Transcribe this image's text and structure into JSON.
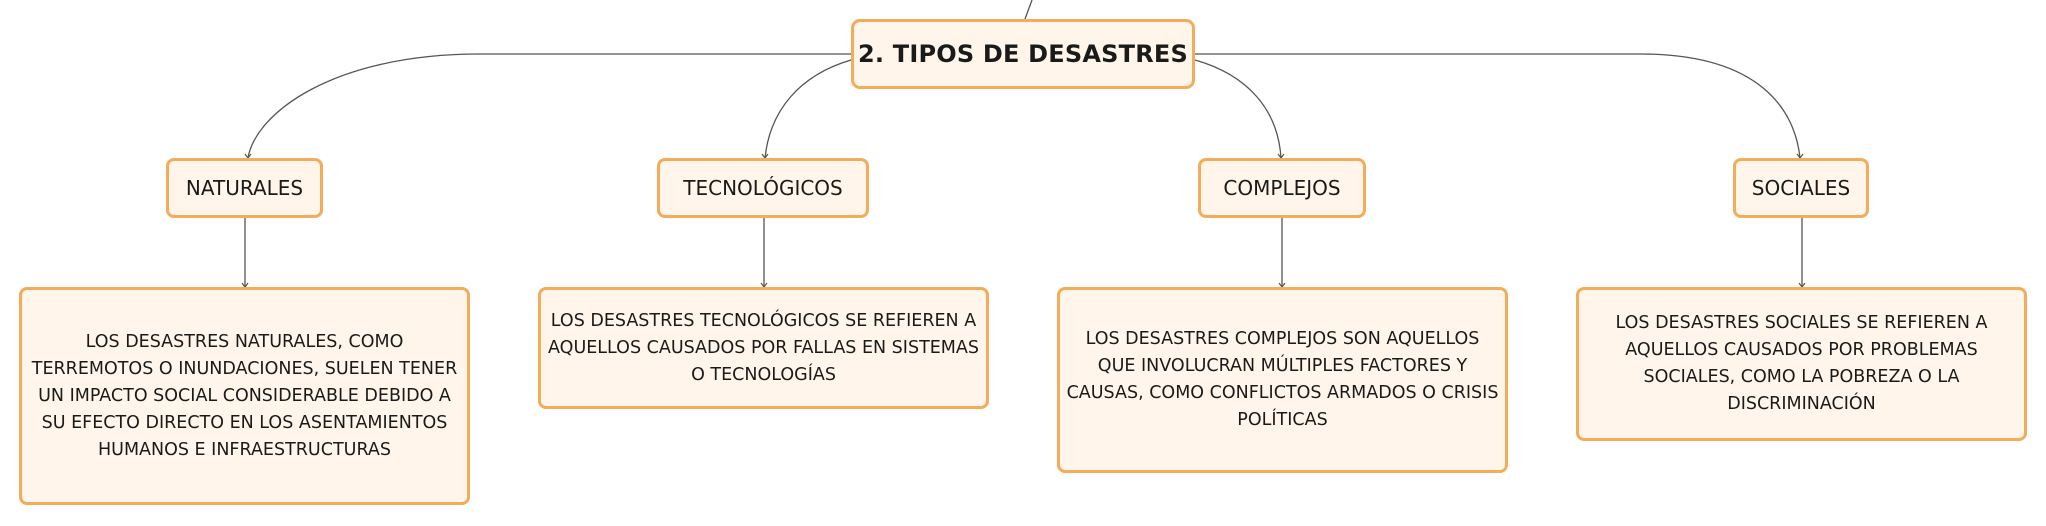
{
  "root": {
    "title": "2. TIPOS DE DESASTRES"
  },
  "categories": [
    {
      "label": "NATURALES",
      "description": "LOS DESASTRES NATURALES, COMO TERREMOTOS O INUNDACIONES, SUELEN TENER UN IMPACTO SOCIAL CONSIDERABLE DEBIDO A SU EFECTO DIRECTO EN LOS ASENTAMIENTOS HUMANOS E INFRAESTRUCTURAS"
    },
    {
      "label": "TECNOLÓGICOS",
      "description": "LOS DESASTRES TECNOLÓGICOS SE REFIEREN A AQUELLOS CAUSADOS POR FALLAS EN SISTEMAS O TECNOLOGÍAS"
    },
    {
      "label": "COMPLEJOS",
      "description": "LOS DESASTRES COMPLEJOS SON AQUELLOS QUE INVOLUCRAN MÚLTIPLES FACTORES Y CAUSAS, COMO CONFLICTOS ARMADOS O CRISIS POLÍTICAS"
    },
    {
      "label": "SOCIALES",
      "description": "LOS DESASTRES SOCIALES SE REFIEREN A AQUELLOS CAUSADOS POR PROBLEMAS SOCIALES, COMO LA POBREZA O LA DISCRIMINACIÓN"
    }
  ],
  "colors": {
    "node_border": "#f2ac5a",
    "node_fill": "#fff5ea",
    "connector": "#555555"
  }
}
